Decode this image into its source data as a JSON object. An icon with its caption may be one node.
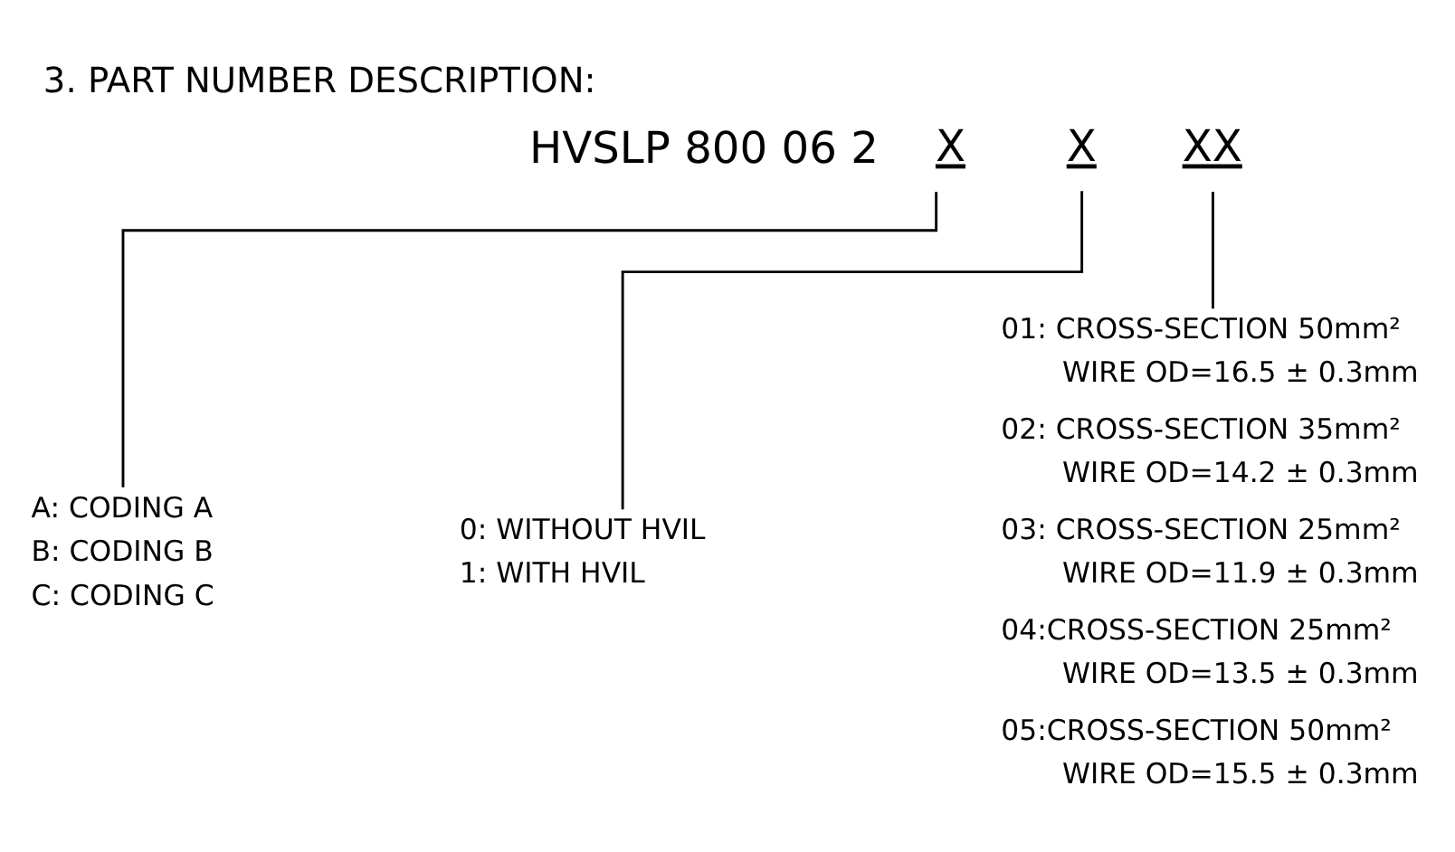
{
  "diagram": {
    "title": "3. PART NUMBER DESCRIPTION:",
    "nodes": [
      {
        "text": [
          "X"
        ]
      },
      {
        "text": [
          "X"
        ]
      },
      {
        "text": [
          "XX"
        ]
      },
      {
        "text": [
          "A: CODING A",
          "B: CODING B",
          "C: CODING C"
        ]
      },
      {
        "text": [
          "0: WITHOUT HVIL",
          "1: WITH HVIL"
        ]
      },
      {
        "text": [
          "01: CROSS-SECTION 50mm²",
          "WIRE OD=16.5 ± 0.3mm",
          "02: CROSS-SECTION 35mm²",
          "WIRE OD=14.2 ± 0.3mm",
          "03: CROSS-SECTION 25mm²",
          "WIRE OD=11.9 ± 0.3mm",
          "04:CROSS-SECTION 25mm²",
          "WIRE OD=13.5 ± 0.3mm",
          "05:CROSS-SECTION 50mm²",
          "WIRE OD=15.5 ± 0.3mm"
        ]
      }
    ],
    "edges": [
      {
        "from": 0,
        "to": 3,
        "arrow": "none"
      },
      {
        "from": 1,
        "to": 4,
        "arrow": "none"
      },
      {
        "from": 2,
        "to": 5,
        "arrow": "none"
      }
    ],
    "labels": [
      "HVSLP 800 06 2"
    ]
  }
}
